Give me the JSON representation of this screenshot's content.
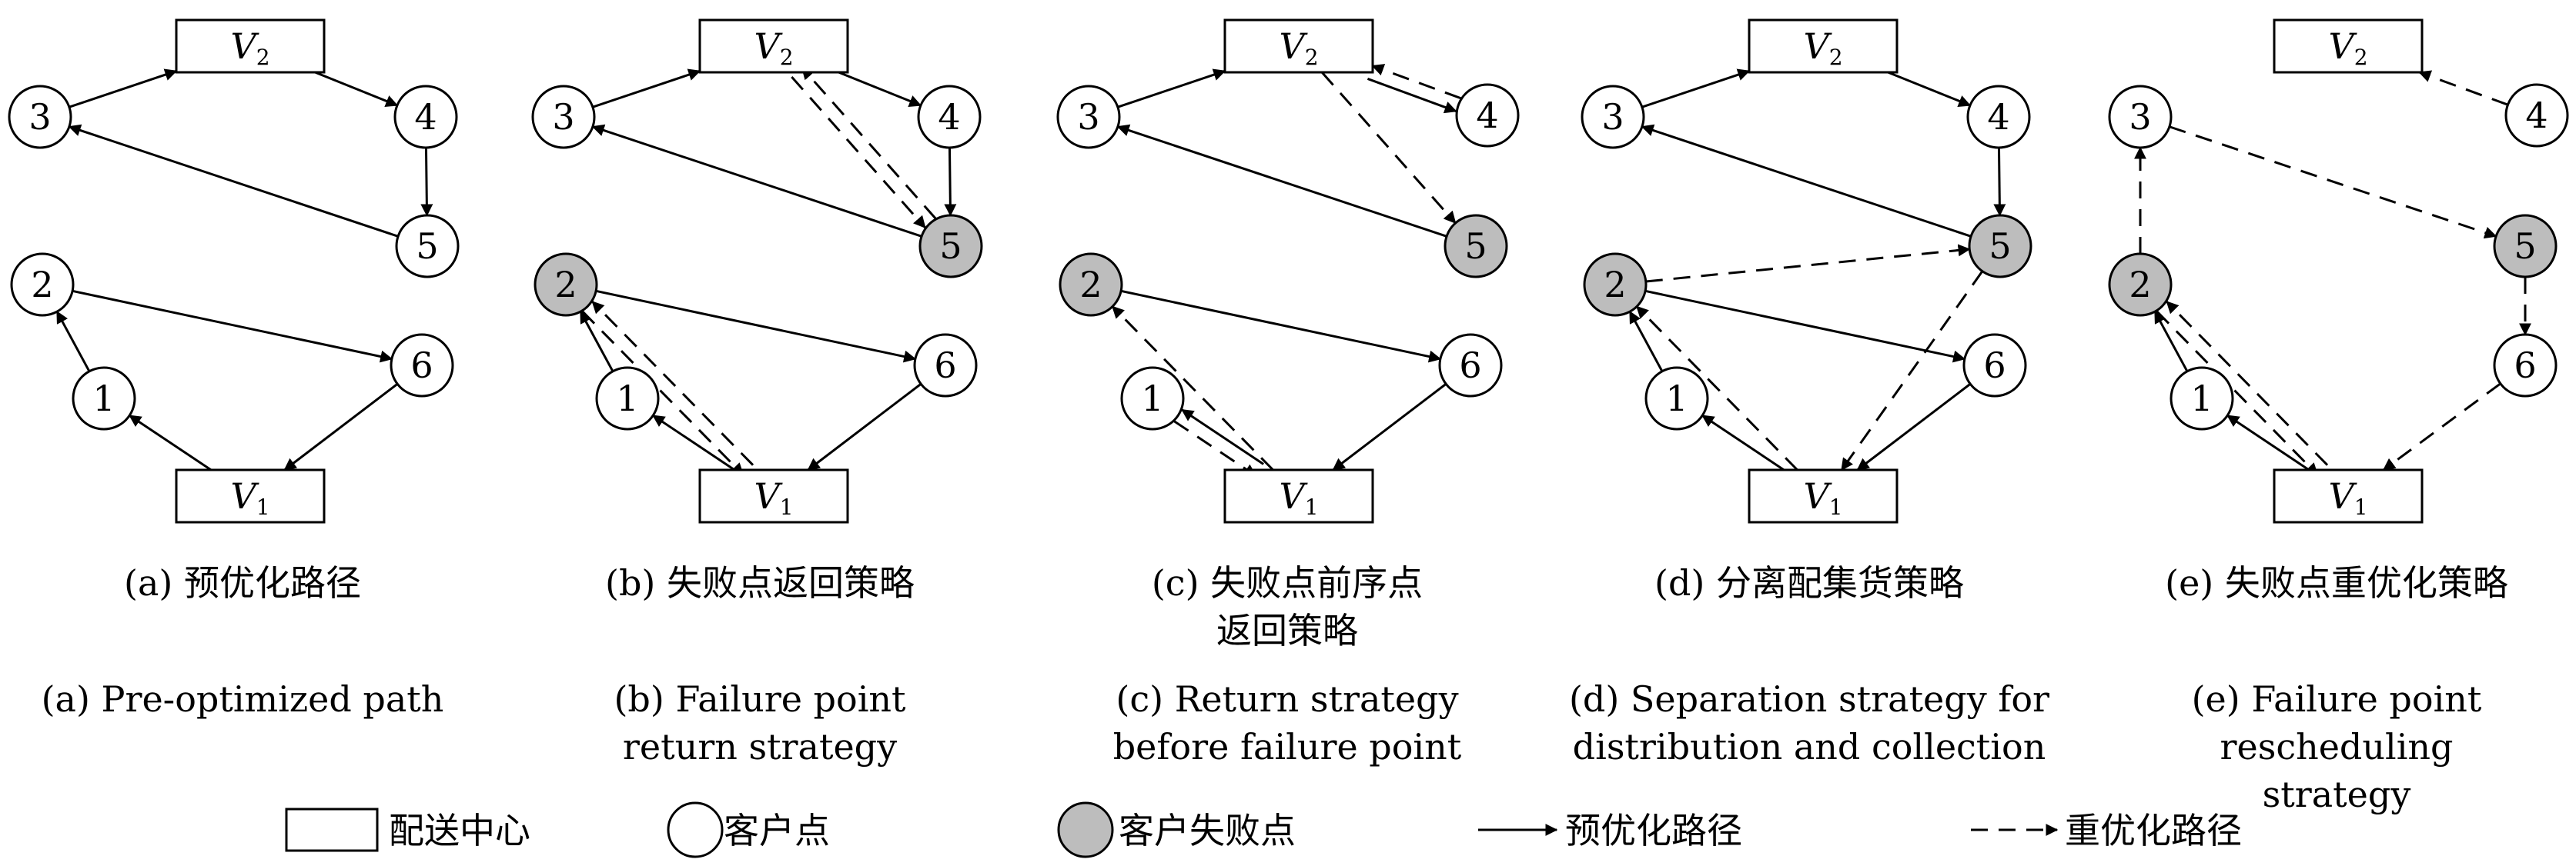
{
  "panels": [
    {
      "id": "a",
      "caption_cn": "(a) 预优化路径",
      "caption_en": "(a) Pre-optimized path",
      "nodes": [
        {
          "label": "V2",
          "kind": "depot"
        },
        {
          "label": "3",
          "kind": "customer"
        },
        {
          "label": "4",
          "kind": "customer"
        },
        {
          "label": "5",
          "kind": "customer"
        },
        {
          "label": "2",
          "kind": "customer"
        },
        {
          "label": "1",
          "kind": "customer"
        },
        {
          "label": "6",
          "kind": "customer"
        },
        {
          "label": "V1",
          "kind": "depot"
        }
      ],
      "edges": [
        {
          "from": "3",
          "to": "V2",
          "style": "solid"
        },
        {
          "from": "V2",
          "to": "4",
          "style": "solid"
        },
        {
          "from": "4",
          "to": "5",
          "style": "solid"
        },
        {
          "from": "5",
          "to": "3",
          "style": "solid"
        },
        {
          "from": "V1",
          "to": "1",
          "style": "solid"
        },
        {
          "from": "1",
          "to": "2",
          "style": "solid"
        },
        {
          "from": "2",
          "to": "6",
          "style": "solid"
        },
        {
          "from": "6",
          "to": "V1",
          "style": "solid"
        }
      ]
    },
    {
      "id": "b",
      "caption_cn": "(b) 失败点返回策略",
      "caption_en": "(b) Failure point\nreturn strategy",
      "nodes": [
        {
          "label": "V2",
          "kind": "depot"
        },
        {
          "label": "3",
          "kind": "customer"
        },
        {
          "label": "4",
          "kind": "customer"
        },
        {
          "label": "5",
          "kind": "failure"
        },
        {
          "label": "2",
          "kind": "failure"
        },
        {
          "label": "1",
          "kind": "customer"
        },
        {
          "label": "6",
          "kind": "customer"
        },
        {
          "label": "V1",
          "kind": "depot"
        }
      ],
      "edges": [
        {
          "from": "3",
          "to": "V2",
          "style": "solid"
        },
        {
          "from": "V2",
          "to": "4",
          "style": "solid"
        },
        {
          "from": "4",
          "to": "5",
          "style": "solid"
        },
        {
          "from": "5",
          "to": "3",
          "style": "solid"
        },
        {
          "from": "5",
          "to": "V2",
          "style": "dashed"
        },
        {
          "from": "V2",
          "to": "5",
          "style": "dashed"
        },
        {
          "from": "V1",
          "to": "1",
          "style": "solid"
        },
        {
          "from": "1",
          "to": "2",
          "style": "solid"
        },
        {
          "from": "2",
          "to": "6",
          "style": "solid"
        },
        {
          "from": "6",
          "to": "V1",
          "style": "solid"
        },
        {
          "from": "2",
          "to": "V1",
          "style": "dashed"
        },
        {
          "from": "V1",
          "to": "2",
          "style": "dashed"
        }
      ]
    },
    {
      "id": "c",
      "caption_cn": "(c) 失败点前序点\n返回策略",
      "caption_en": "(c) Return strategy\nbefore failure point",
      "nodes": [
        {
          "label": "V2",
          "kind": "depot"
        },
        {
          "label": "3",
          "kind": "customer"
        },
        {
          "label": "4",
          "kind": "customer"
        },
        {
          "label": "5",
          "kind": "failure"
        },
        {
          "label": "2",
          "kind": "failure"
        },
        {
          "label": "1",
          "kind": "customer"
        },
        {
          "label": "6",
          "kind": "customer"
        },
        {
          "label": "V1",
          "kind": "depot"
        }
      ],
      "edges": [
        {
          "from": "3",
          "to": "V2",
          "style": "solid"
        },
        {
          "from": "V2",
          "to": "4",
          "style": "solid"
        },
        {
          "from": "4",
          "to": "V2",
          "style": "dashed"
        },
        {
          "from": "V2",
          "to": "5",
          "style": "dashed"
        },
        {
          "from": "5",
          "to": "3",
          "style": "solid"
        },
        {
          "from": "V1",
          "to": "1",
          "style": "solid"
        },
        {
          "from": "1",
          "to": "V1",
          "style": "dashed"
        },
        {
          "from": "V1",
          "to": "2",
          "style": "dashed"
        },
        {
          "from": "2",
          "to": "6",
          "style": "solid"
        },
        {
          "from": "6",
          "to": "V1",
          "style": "solid"
        }
      ]
    },
    {
      "id": "d",
      "caption_cn": "(d) 分离配集货策略",
      "caption_en": "(d) Separation strategy for\ndistribution and collection",
      "nodes": [
        {
          "label": "V2",
          "kind": "depot"
        },
        {
          "label": "3",
          "kind": "customer"
        },
        {
          "label": "4",
          "kind": "customer"
        },
        {
          "label": "5",
          "kind": "failure"
        },
        {
          "label": "2",
          "kind": "failure"
        },
        {
          "label": "1",
          "kind": "customer"
        },
        {
          "label": "6",
          "kind": "customer"
        },
        {
          "label": "V1",
          "kind": "depot"
        }
      ],
      "edges": [
        {
          "from": "3",
          "to": "V2",
          "style": "solid"
        },
        {
          "from": "V2",
          "to": "4",
          "style": "solid"
        },
        {
          "from": "4",
          "to": "5",
          "style": "solid"
        },
        {
          "from": "5",
          "to": "3",
          "style": "solid"
        },
        {
          "from": "2",
          "to": "5",
          "style": "dashed"
        },
        {
          "from": "5",
          "to": "V1",
          "style": "dashed"
        },
        {
          "from": "V1",
          "to": "1",
          "style": "solid"
        },
        {
          "from": "1",
          "to": "2",
          "style": "solid"
        },
        {
          "from": "V1",
          "to": "2",
          "style": "dashed"
        },
        {
          "from": "2",
          "to": "6",
          "style": "solid"
        },
        {
          "from": "6",
          "to": "V1",
          "style": "solid"
        }
      ]
    },
    {
      "id": "e",
      "caption_cn": "(e) 失败点重优化策略",
      "caption_en": "(e) Failure point rescheduling\nstrategy",
      "nodes": [
        {
          "label": "V2",
          "kind": "depot"
        },
        {
          "label": "3",
          "kind": "customer"
        },
        {
          "label": "4",
          "kind": "customer"
        },
        {
          "label": "5",
          "kind": "failure"
        },
        {
          "label": "2",
          "kind": "failure"
        },
        {
          "label": "1",
          "kind": "customer"
        },
        {
          "label": "6",
          "kind": "customer"
        },
        {
          "label": "V1",
          "kind": "depot"
        }
      ],
      "edges": [
        {
          "from": "4",
          "to": "V2",
          "style": "dashed"
        },
        {
          "from": "2",
          "to": "3",
          "style": "dashed"
        },
        {
          "from": "3",
          "to": "5",
          "style": "dashed"
        },
        {
          "from": "5",
          "to": "6",
          "style": "dashed"
        },
        {
          "from": "6",
          "to": "V1",
          "style": "dashed"
        },
        {
          "from": "V1",
          "to": "1",
          "style": "solid"
        },
        {
          "from": "1",
          "to": "2",
          "style": "solid"
        },
        {
          "from": "2",
          "to": "V1",
          "style": "dashed"
        },
        {
          "from": "V1",
          "to": "2",
          "style": "dashed"
        }
      ]
    }
  ],
  "legend": {
    "depot": "配送中心",
    "customer": "客户点",
    "failure": "客户失败点",
    "preoptimized": "预优化路径",
    "reoptimized": "重优化路径"
  },
  "colors": {
    "failure_fill": "#bdbdbd",
    "stroke": "#000000",
    "background": "#ffffff"
  }
}
